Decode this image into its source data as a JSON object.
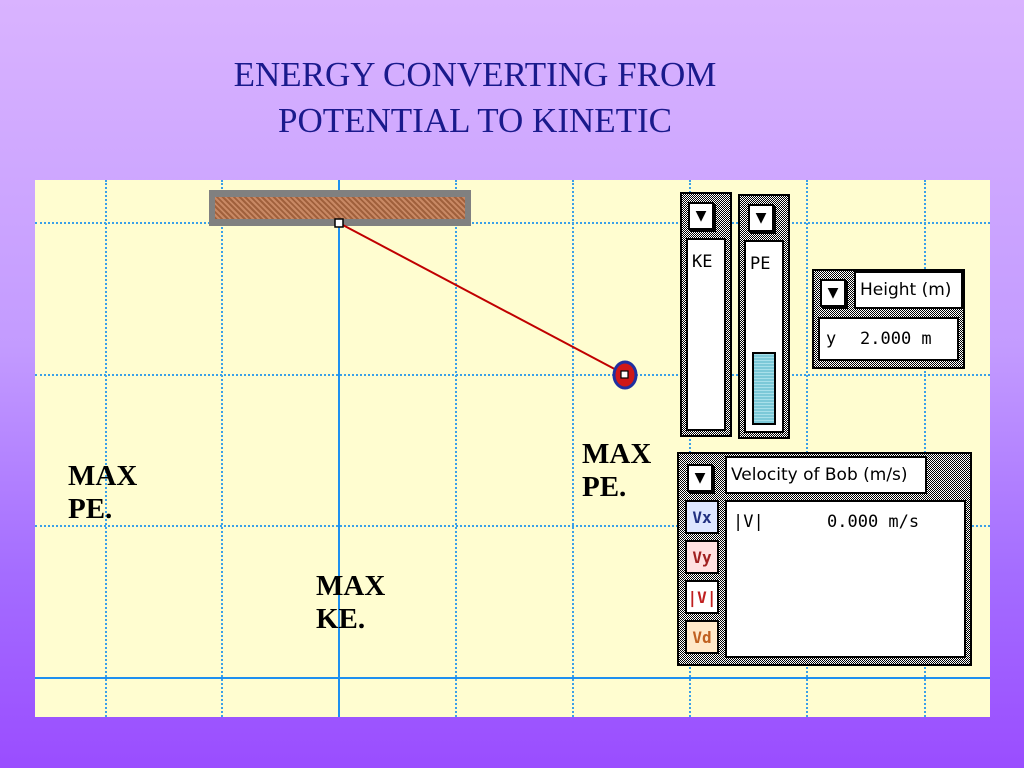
{
  "slide": {
    "title_line1": "ENERGY CONVERTING FROM",
    "title_line2": "POTENTIAL TO KINETIC"
  },
  "annotations": {
    "left": "MAX\nPE.",
    "bottom": "MAX\nKE.",
    "right": "MAX\nPE."
  },
  "meters": {
    "ke": {
      "label": "KE",
      "level": 0.0
    },
    "pe": {
      "label": "PE",
      "level": 0.48
    }
  },
  "height_panel": {
    "title": "Height (m)",
    "var": "y",
    "value": "2.000 m"
  },
  "velocity_panel": {
    "title": "Velocity of Bob (m/s)",
    "var": "|V|",
    "value": "0.000 m/s",
    "buttons": [
      "Vx",
      "Vy",
      "|V|",
      "Vd"
    ]
  },
  "colors": {
    "title": "#1a1a8c",
    "grid": "#3aa0e8",
    "string": "#c00000",
    "bob": "#d01818",
    "bob_ring": "#2030a0"
  },
  "icons": {
    "dropdown": "triangle-down-icon"
  }
}
